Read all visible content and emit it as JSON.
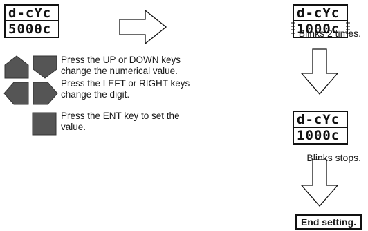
{
  "display_1": {
    "top": "d-cYc",
    "bottom": "5000c"
  },
  "display_2": {
    "top": "d-cYc",
    "bottom": "1000c"
  },
  "display_3": {
    "top": "d-cYc",
    "bottom": "1000c"
  },
  "notes": {
    "blinks": "Blinks 2 times.",
    "blink_stops": "Blinks stops."
  },
  "keys": {
    "up_down": "Press the UP or DOWN keys change the numerical value.",
    "left_right": "Press the LEFT or RIGHT keys change the digit.",
    "ent": "Press the ENT key to set the value."
  },
  "end_label": "End setting.",
  "colors": {
    "key_fill": "#555555",
    "outline": "#111111"
  }
}
